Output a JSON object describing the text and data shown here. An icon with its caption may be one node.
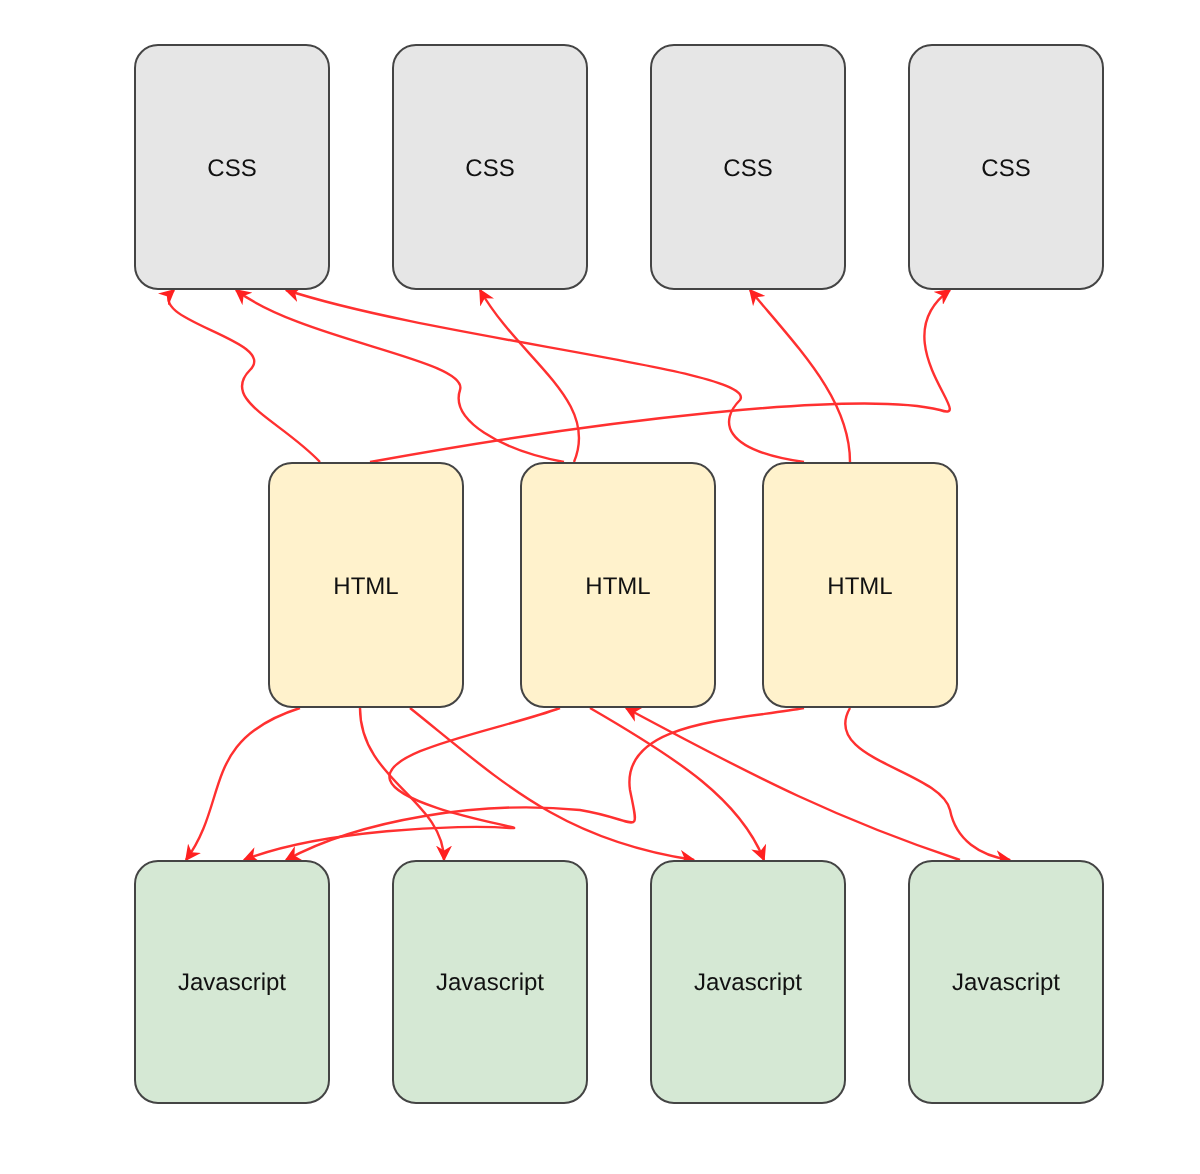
{
  "diagram": {
    "nodes": [
      {
        "text": [
          "CSS"
        ]
      },
      {
        "text": [
          "CSS"
        ]
      },
      {
        "text": [
          "CSS"
        ]
      },
      {
        "text": [
          "CSS"
        ]
      },
      {
        "text": [
          "HTML"
        ]
      },
      {
        "text": [
          "HTML"
        ]
      },
      {
        "text": [
          "HTML"
        ]
      },
      {
        "text": [
          "Javascript"
        ]
      },
      {
        "text": [
          "Javascript"
        ]
      },
      {
        "text": [
          "Javascript"
        ]
      },
      {
        "text": [
          "Javascript"
        ]
      }
    ],
    "edges": [
      {
        "from": 4,
        "to": 0,
        "arrow": "to"
      },
      {
        "from": 4,
        "to": 3,
        "arrow": "to"
      },
      {
        "from": 5,
        "to": 0,
        "arrow": "to"
      },
      {
        "from": 5,
        "to": 1,
        "arrow": "to"
      },
      {
        "from": 6,
        "to": 0,
        "arrow": "to"
      },
      {
        "from": 6,
        "to": 2,
        "arrow": "to"
      },
      {
        "from": 4,
        "to": 7,
        "arrow": "to"
      },
      {
        "from": 4,
        "to": 8,
        "arrow": "to"
      },
      {
        "from": 4,
        "to": 9,
        "arrow": "to"
      },
      {
        "from": 5,
        "to": 7,
        "arrow": "to"
      },
      {
        "from": 5,
        "to": 9,
        "arrow": "to"
      },
      {
        "from": 6,
        "to": 7,
        "arrow": "to"
      },
      {
        "from": 6,
        "to": 10,
        "arrow": "to"
      },
      {
        "from": 10,
        "to": 5,
        "arrow": "to"
      }
    ]
  }
}
